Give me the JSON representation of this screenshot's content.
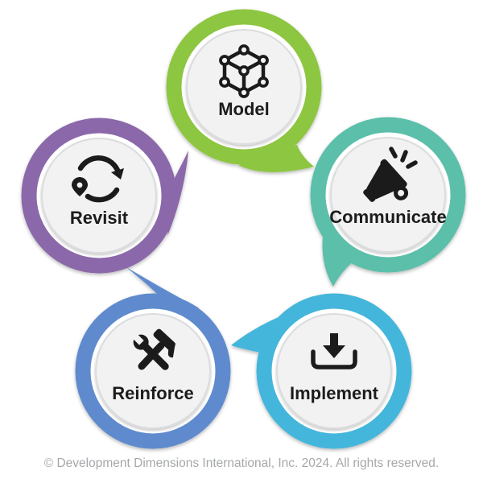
{
  "diagram": {
    "name": "five-step-cycle",
    "steps": [
      {
        "label": "Model",
        "icon": "cube-network-icon",
        "color": "#8DC63F",
        "position": "top"
      },
      {
        "label": "Communicate",
        "icon": "megaphone-icon",
        "color": "#5CBFAA",
        "position": "right"
      },
      {
        "label": "Implement",
        "icon": "download-icon",
        "color": "#45B6DB",
        "position": "bottom-right"
      },
      {
        "label": "Reinforce",
        "icon": "wrench-hammer-icon",
        "color": "#5E8BCE",
        "position": "bottom-left"
      },
      {
        "label": "Revisit",
        "icon": "refresh-pin-icon",
        "color": "#8B68AA",
        "position": "left"
      }
    ],
    "inner_circle_color": "#F2F2F3",
    "icon_color": "#1B1B1B",
    "label_color": "#1C1C1C"
  },
  "footer": {
    "copyright": "© Development Dimensions International, Inc. 2024. All rights reserved.",
    "color": "#A5A8AB"
  }
}
